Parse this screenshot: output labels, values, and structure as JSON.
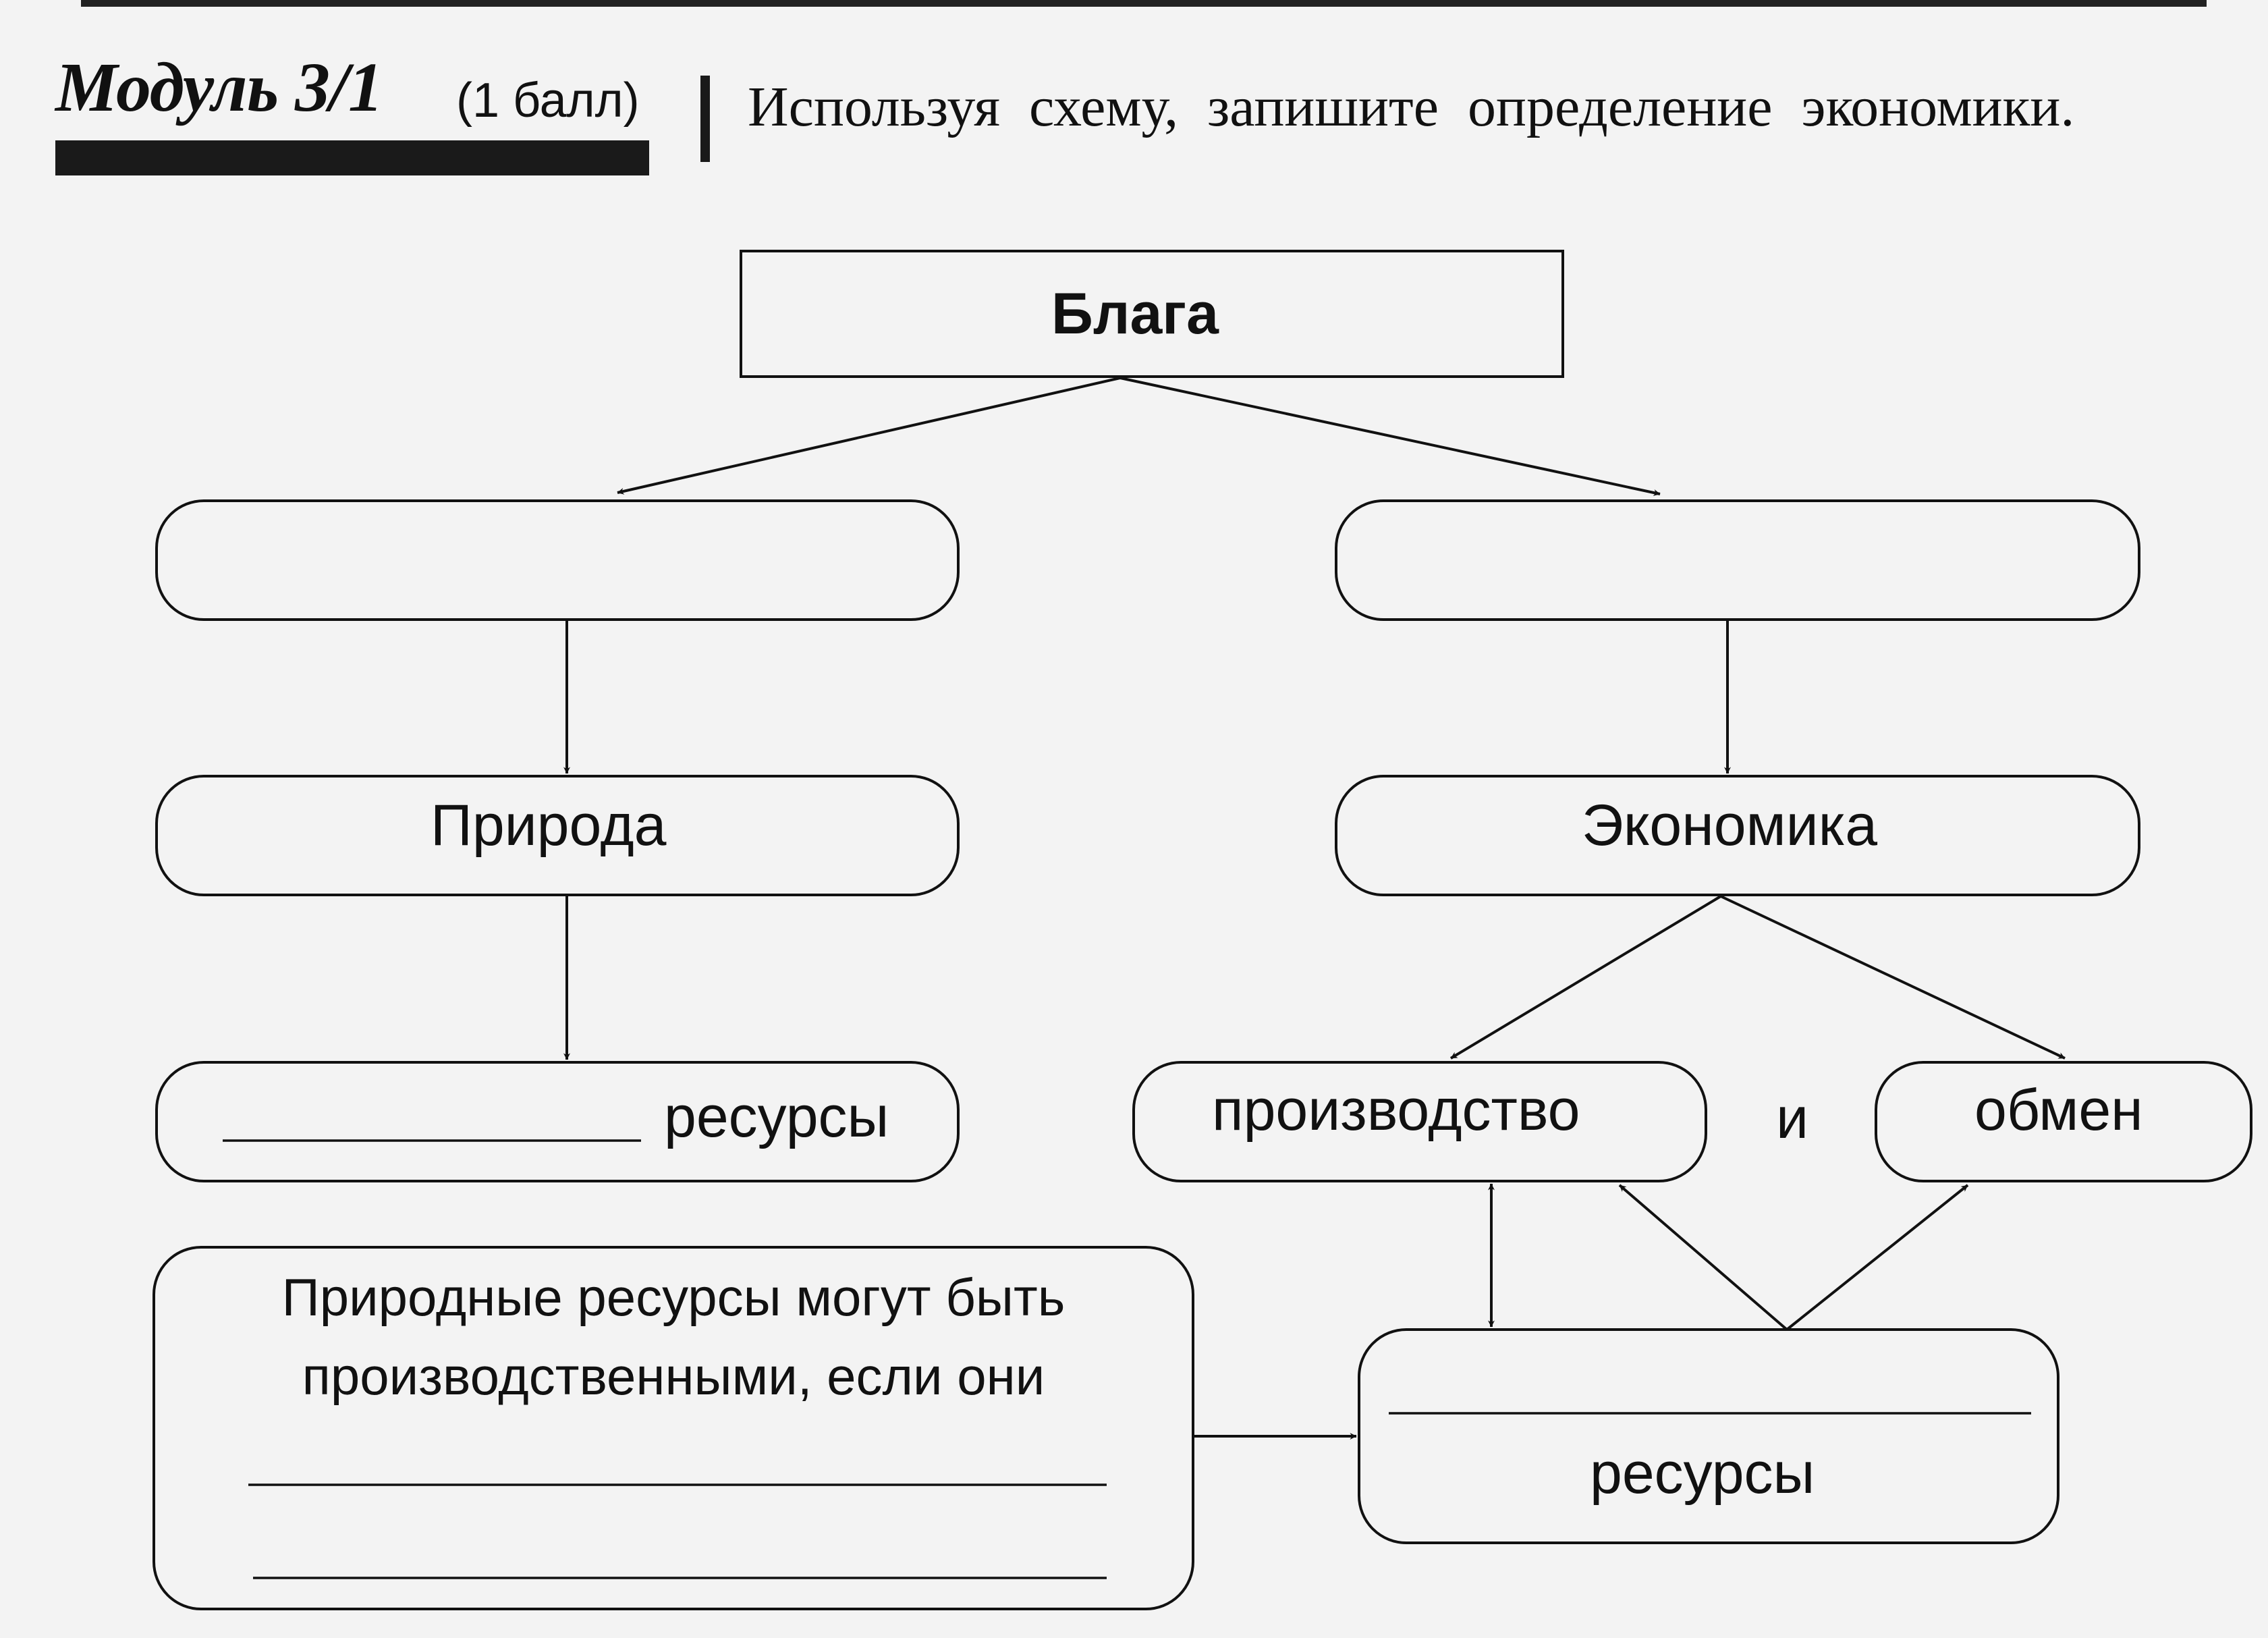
{
  "header": {
    "module_title": "Модуль 3/1",
    "points": "(1 балл)",
    "task": "Используя схему, запишите определение экономики."
  },
  "diagram": {
    "root": "Блага",
    "left_blank_box": "",
    "right_blank_box": "",
    "nature": "Природа",
    "economy": "Экономика",
    "resources_suffix": "ресурсы",
    "production": "производство",
    "conjunction": "и",
    "exchange": "обмен",
    "bottom_resources": "ресурсы",
    "note_line1": "Природные ресурсы могут быть",
    "note_line2": "производственными, если они"
  }
}
